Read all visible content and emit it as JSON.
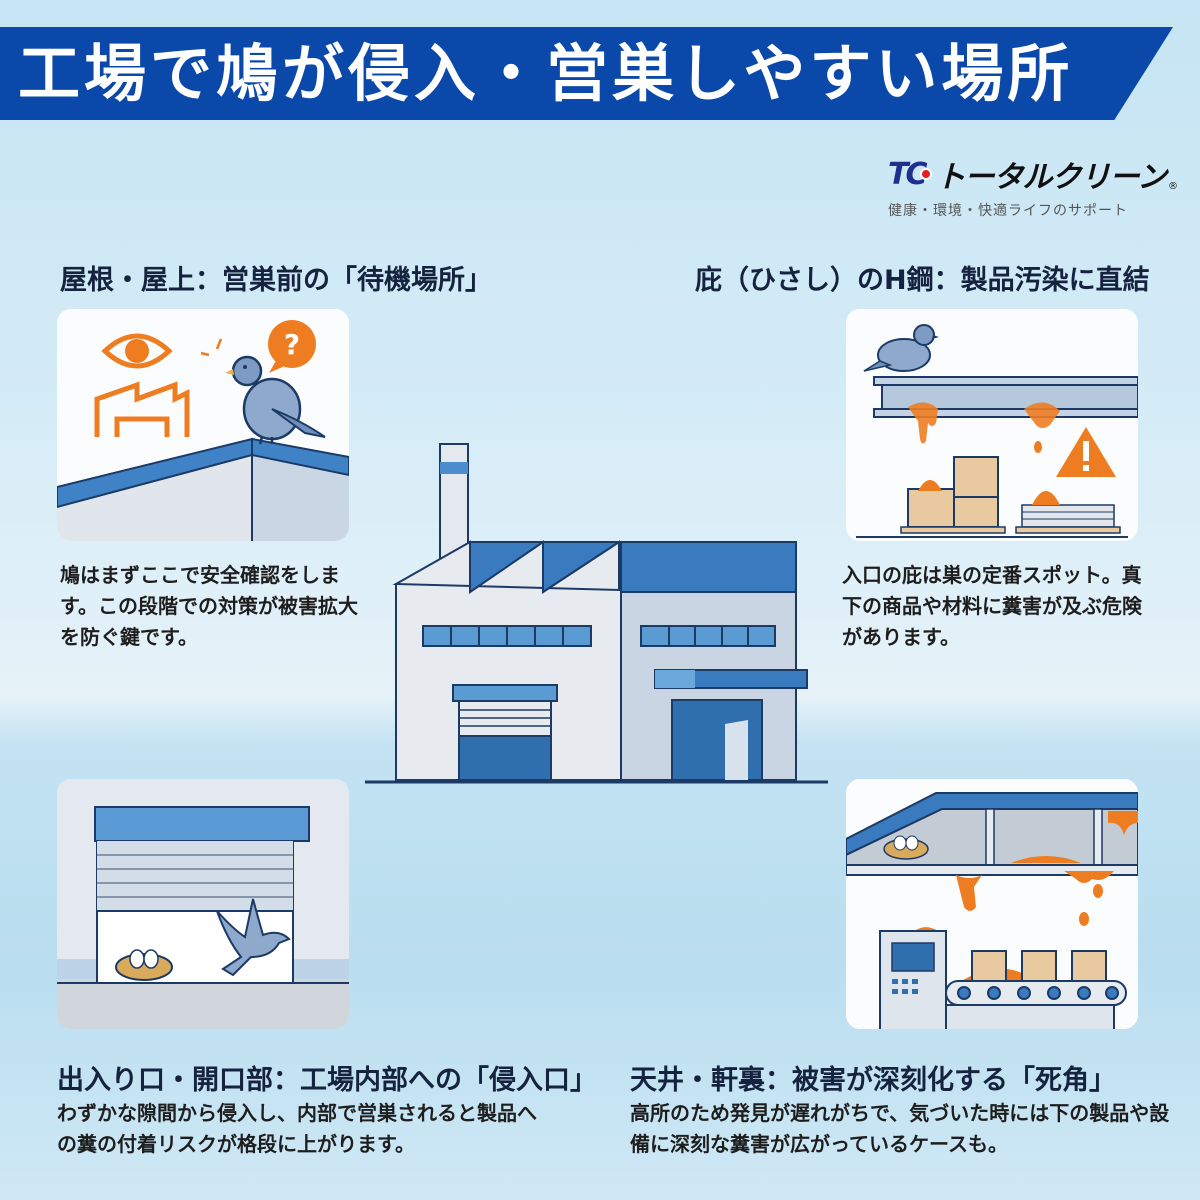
{
  "banner": {
    "title": "工場で鳩が侵入・営巣しやすい場所",
    "color": "#0a48aa"
  },
  "logo": {
    "mark": "TC",
    "name": "トータルクリーン",
    "registered": "®",
    "tagline": "健康・環境・快適ライフのサポート"
  },
  "sections": [
    {
      "id": "roof",
      "heading": "屋根・屋上：営巣前の「待機場所」",
      "description": "鳩はまずここで安全確認をします。この段階での対策が被害拡大を防ぐ鍵です。",
      "illustration": "pigeon-on-roof-with-eye-and-question-icons"
    },
    {
      "id": "eave-hbeam",
      "heading": "庇（ひさし）のH鋼：製品汚染に直結",
      "description": "入口の庇は巣の定番スポット。真下の商品や材料に糞害が及ぶ危険があります。",
      "illustration": "pigeon-on-h-beam-droppings-on-boxes-warning"
    },
    {
      "id": "entrance",
      "heading": "出入り口・開口部：工場内部への「侵入口」",
      "description": "わずかな隙間から侵入し、内部で営巣されると製品への糞の付着リスクが格段に上がります。",
      "illustration": "pigeon-flying-through-shutter-nest"
    },
    {
      "id": "ceiling",
      "heading": "天井・軒裏：被害が深刻化する「死角」",
      "description": "高所のため発見が遅れがちで、気づいた時には下の製品や設備に深刻な糞害が広がっているケースも。",
      "illustration": "nest-in-ceiling-droppings-on-conveyor"
    }
  ],
  "colors": {
    "accent_orange": "#ee7d22",
    "building_blue": "#2f76b8",
    "outline": "#1c3a66",
    "heading_text": "#16233f"
  }
}
